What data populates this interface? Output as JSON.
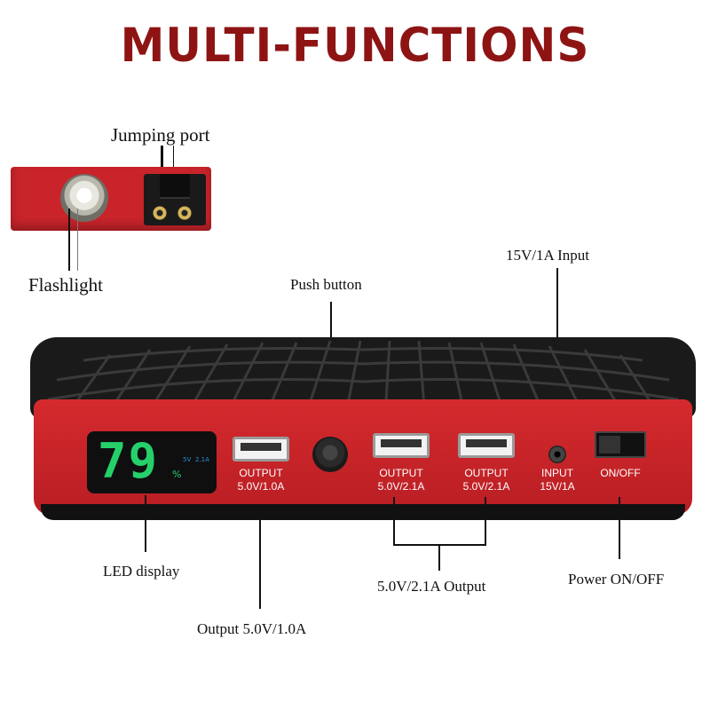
{
  "title": "MULTI-FUNCTIONS",
  "callouts": {
    "jumping_port": "Jumping port",
    "flashlight": "Flashlight",
    "push_button": "Push button",
    "input_15v": "15V/1A Input",
    "led_display": "LED display",
    "output_1a": "Output 5.0V/1.0A",
    "output_21a": "5.0V/2.1A Output",
    "power": "Power ON/OFF"
  },
  "device": {
    "display_value": "79",
    "display_percent": "%",
    "display_tag_1": "5V",
    "display_tag_2": "2.1A",
    "port1_label": "OUTPUT",
    "port1_rating": "5.0V/1.0A",
    "port2_label": "OUTPUT",
    "port2_rating": "5.0V/2.1A",
    "port3_label": "OUTPUT",
    "port3_rating": "5.0V/2.1A",
    "input_label": "INPUT",
    "input_rating": "15V/1A",
    "switch_label": "ON/OFF"
  },
  "colors": {
    "title": "#8e1414",
    "device_red": "#c8242a",
    "lcd_digits": "#25d06a"
  }
}
